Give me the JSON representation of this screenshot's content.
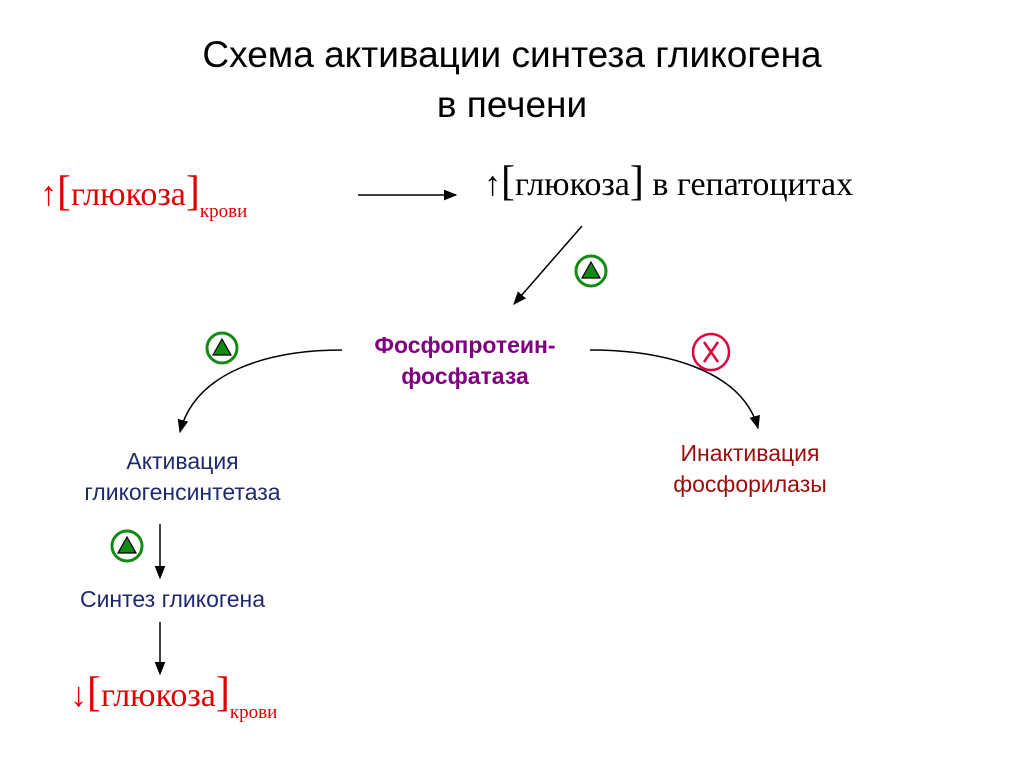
{
  "title": {
    "line1": "Схема активации синтеза гликогена",
    "line2": "в печени"
  },
  "top_left": {
    "arrow": "↑",
    "open_bracket": "[",
    "word": "глюкоза",
    "close_bracket": "]",
    "subscript": "крови",
    "color": "#e00000"
  },
  "top_right": {
    "arrow": "↑",
    "open_bracket": "[",
    "word": "глюкоза",
    "close_bracket": "]",
    "suffix": " в гепатоцитах",
    "color": "#000000"
  },
  "enzyme": {
    "line1": "Фосфопротеин-",
    "line2": "фосфатаза",
    "color": "#800080"
  },
  "left_branch": {
    "line1": "Активация",
    "line2": "гликогенсинтетаза",
    "color": "#1f2a6e"
  },
  "right_branch": {
    "line1": "Инактивация",
    "line2": "фосфорилазы",
    "color": "#9e0b0b"
  },
  "synthesis": {
    "label": "Синтез гликогена",
    "color": "#1f2a6e"
  },
  "bottom": {
    "arrow": "↓",
    "open_bracket": "[",
    "word": "глюкоза",
    "close_bracket": "]",
    "subscript": "крови",
    "color": "#e00000"
  },
  "symbols": {
    "activate_icon": "green-triangle-in-circle",
    "inhibit_icon": "red-x-in-circle",
    "activate_color": "#138a13",
    "inhibit_color": "#e0003c"
  }
}
